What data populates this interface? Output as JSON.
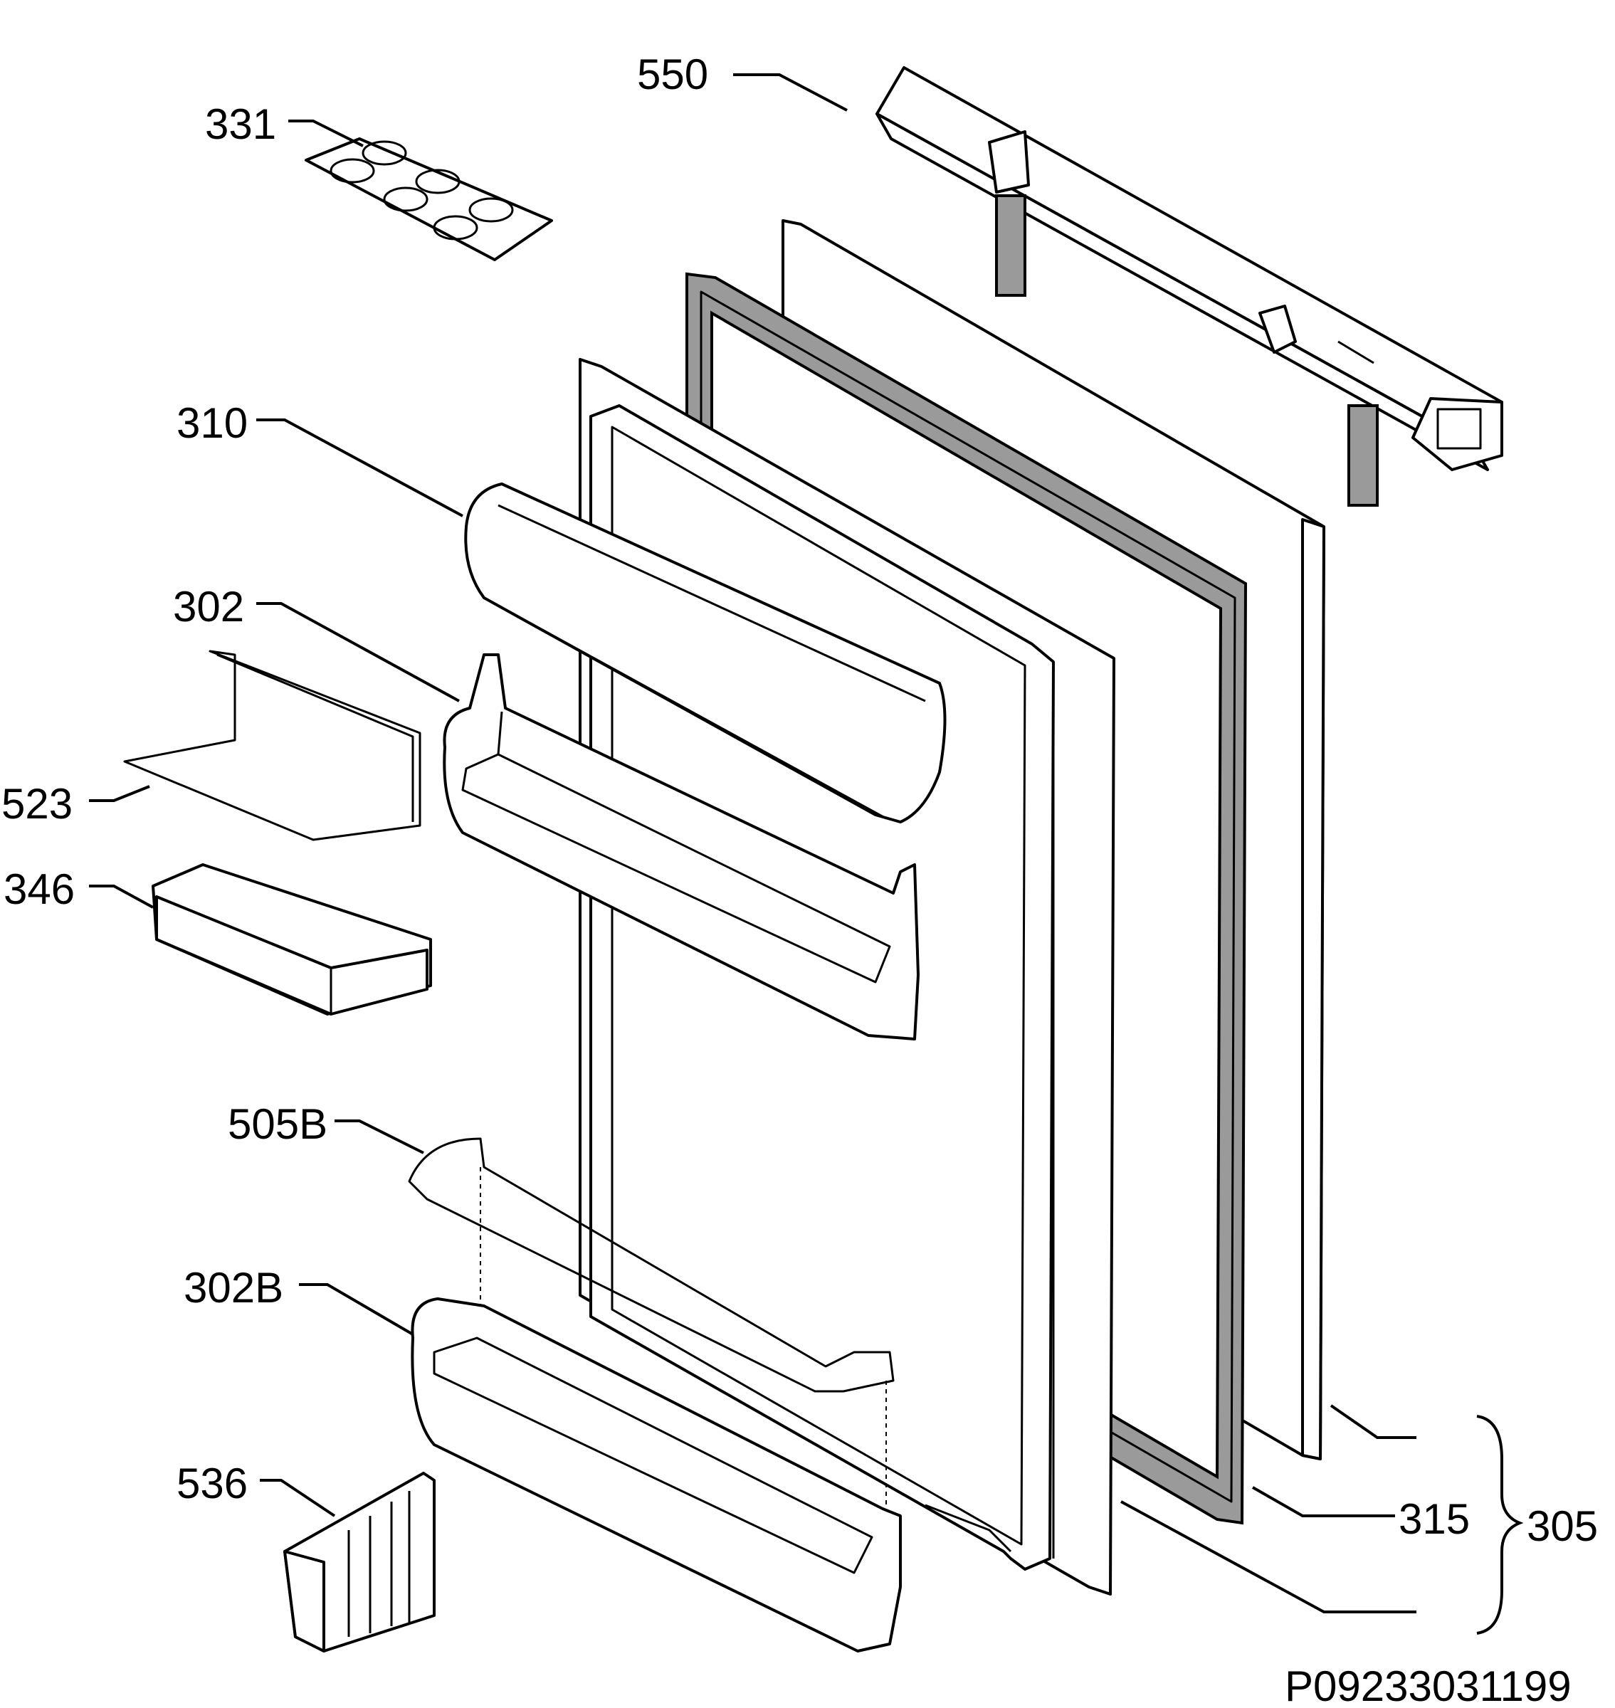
{
  "diagram": {
    "drawing_code": "P09233031199",
    "callouts": [
      {
        "id": "550",
        "text": "550"
      },
      {
        "id": "331",
        "text": "331"
      },
      {
        "id": "310",
        "text": "310"
      },
      {
        "id": "302",
        "text": "302"
      },
      {
        "id": "523",
        "text": "523"
      },
      {
        "id": "346",
        "text": "346"
      },
      {
        "id": "505B",
        "text": "505B"
      },
      {
        "id": "302B",
        "text": "302B"
      },
      {
        "id": "536",
        "text": "536"
      },
      {
        "id": "315",
        "text": "315"
      },
      {
        "id": "305",
        "text": "305"
      }
    ]
  }
}
